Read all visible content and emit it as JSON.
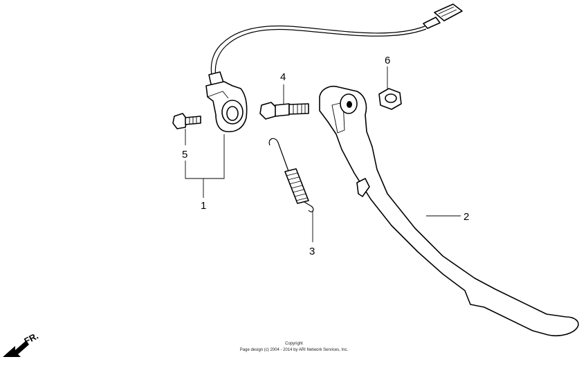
{
  "callouts": {
    "c1": "1",
    "c2": "2",
    "c3": "3",
    "c4": "4",
    "c5": "5",
    "c6": "6"
  },
  "front_indicator": "FR.",
  "copyright": {
    "line1": "Copyright",
    "line2": "Page design (c) 2004 - 2014 by ARI Network Services, Inc."
  }
}
